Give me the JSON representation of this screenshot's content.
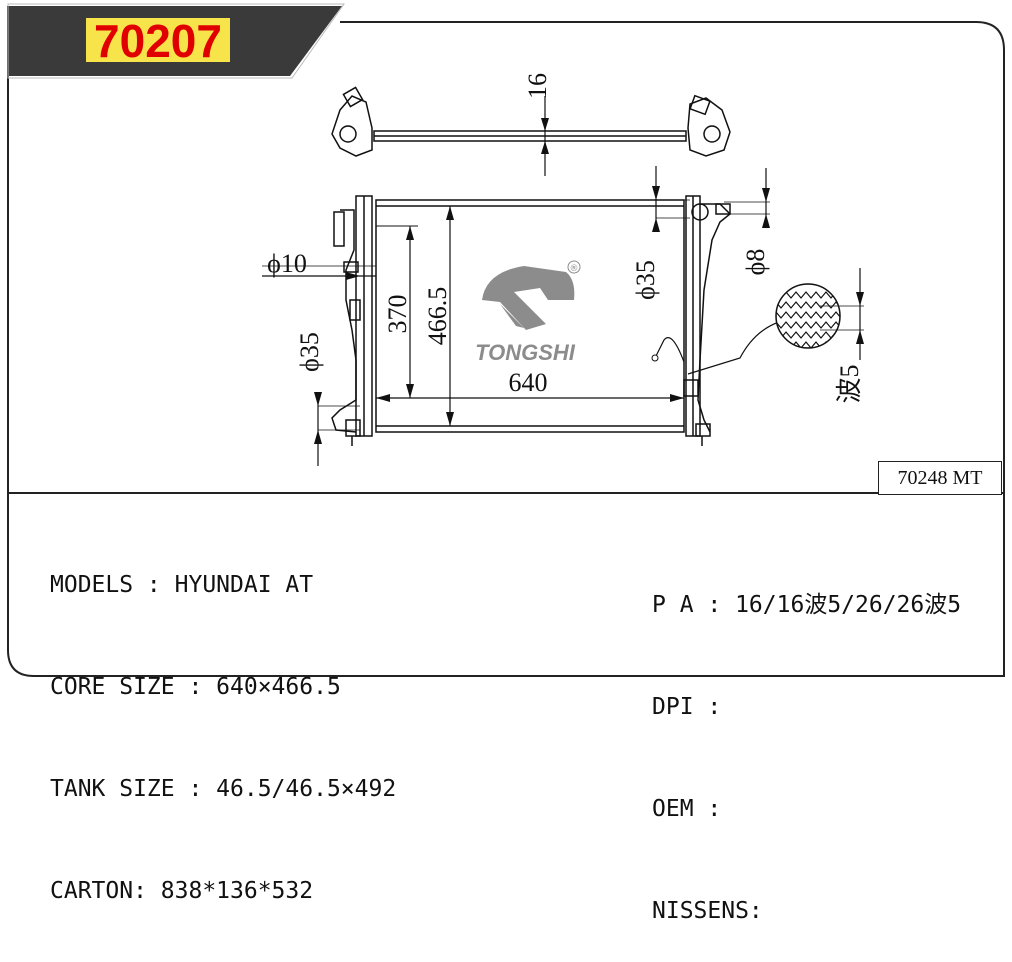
{
  "header": {
    "part_number": "70207",
    "part_number_color": "#e00000",
    "highlight_color": "#f7e34a",
    "banner_color": "#3a3a3a"
  },
  "logo": {
    "brand": "TONGSHI",
    "registered_mark": "®",
    "color": "#8c8c8c"
  },
  "dimensions": {
    "top_thickness": "16",
    "inlet_diameter": "ϕ10",
    "core_height": "370",
    "total_height": "466.5",
    "core_width": "640",
    "left_pipe_diameter": "ϕ35",
    "right_pipe_diameter": "ϕ35",
    "right_small_diameter": "ϕ8",
    "fin_wave": "波5"
  },
  "reference_box": {
    "text": "70248 MT"
  },
  "specs_left": {
    "models": "MODELS : HYUNDAI AT",
    "core_size": "CORE SIZE : 640×466.5",
    "tank_size": "TANK SIZE : 46.5/46.5×492",
    "carton": "CARTON: 838*136*532"
  },
  "specs_right": {
    "pa": "P A : 16/16波5/26/26波5",
    "dpi": "DPI :",
    "oem": "OEM :",
    "nissens": "NISSENS:"
  }
}
